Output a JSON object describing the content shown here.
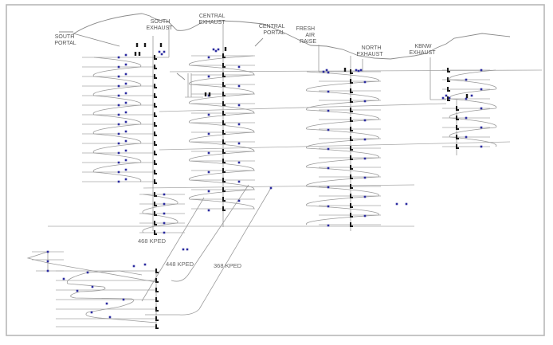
{
  "title": "Mine ventilation network schematic",
  "colors": {
    "node": "#2b2ba0",
    "line": "#a8a8a8",
    "frame": "#b8b8b8",
    "label": "#555555"
  },
  "surface_labels": [
    {
      "id": "south-portal",
      "lines": [
        "SOUTH",
        "PORTAL"
      ]
    },
    {
      "id": "south-exhaust",
      "lines": [
        "SOUTH",
        "EXHAUST"
      ]
    },
    {
      "id": "central-exhaust",
      "lines": [
        "CENTRAL",
        "EXHAUST"
      ]
    },
    {
      "id": "central-portal",
      "lines": [
        "CENTRAL",
        "PORTAL"
      ]
    },
    {
      "id": "fresh-air-raise",
      "lines": [
        "FRESH",
        "AIR",
        "RAISE"
      ]
    },
    {
      "id": "north-exhaust",
      "lines": [
        "NORTH",
        "EXHAUST"
      ]
    },
    {
      "id": "kbnw-exhaust",
      "lines": [
        "KBNW",
        "EXHAUST"
      ]
    }
  ],
  "ramp_labels": [
    {
      "id": "ramp-468",
      "text": "468 KPED"
    },
    {
      "id": "ramp-448",
      "text": "448 KPED"
    },
    {
      "id": "ramp-368",
      "text": "368 KPED"
    }
  ]
}
